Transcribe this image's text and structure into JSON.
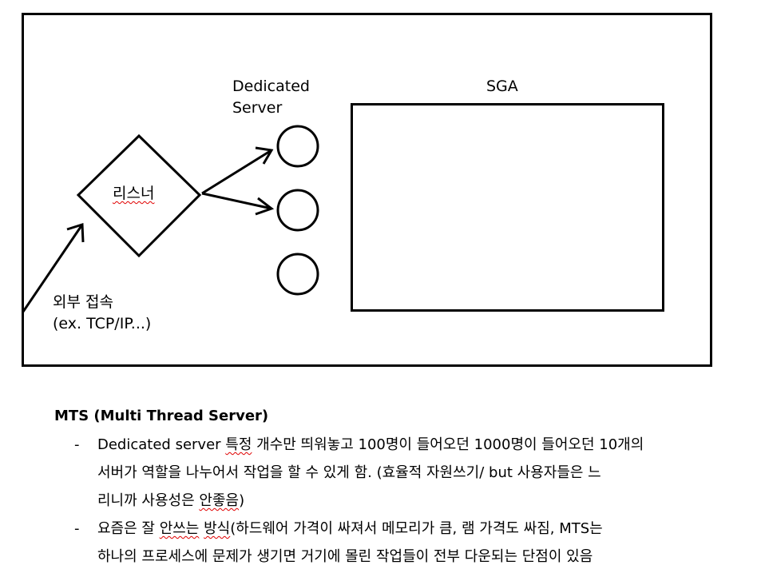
{
  "diagram": {
    "dedicated_label_line1": "Dedicated",
    "dedicated_label_line2": "Server",
    "sga_label": "SGA",
    "listener_label": "리스너",
    "external_label_line1": "외부 접속",
    "external_label_line2": "(ex. TCP/IP...)"
  },
  "notes": {
    "heading": "MTS (Multi Thread Server)",
    "bullet_marker": "-",
    "bullet1": {
      "l1_a": "Dedicated server ",
      "l1_b": "특정",
      "l1_c": " 개수만 띄워놓고 100명이 들어오던 1000명이 들어오던 10개의",
      "l2": "서버가 역할을 나누어서 작업을 할 수 있게 함. (효율적 자원쓰기/ but 사용자들은 느",
      "l3_a": "리니까 사용성은 ",
      "l3_b": "안좋음",
      "l3_c": ")"
    },
    "bullet2": {
      "l1_a": "요즘은 잘 ",
      "l1_b": "안쓰는",
      "l1_c": " ",
      "l1_d": "방식",
      "l1_e": "(하드웨어 가격이 싸져서 메모리가 큼, 램 가격도 싸짐, MTS는",
      "l2": "하나의 프로세스에 문제가 생기면 거기에 몰린 작업들이 전부 다운되는 단점이 있음"
    }
  }
}
